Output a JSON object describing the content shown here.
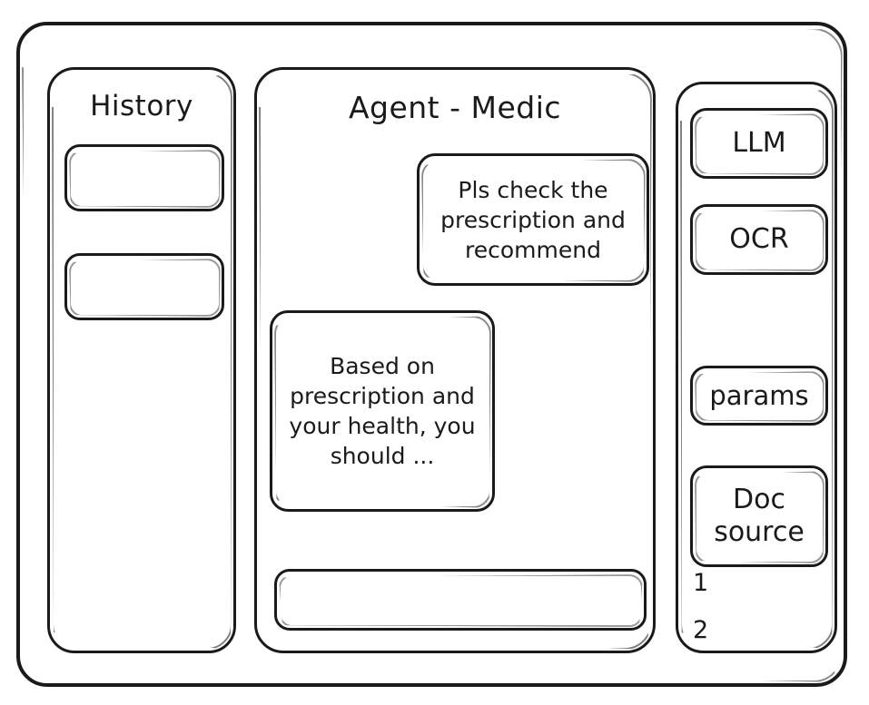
{
  "window": {
    "frame_label": "app-window"
  },
  "accent_colors": {
    "stroke": "#1a1a1a",
    "background": "#ffffff"
  },
  "sidebar": {
    "title": "History",
    "items": [
      {
        "label": ""
      },
      {
        "label": ""
      }
    ]
  },
  "main": {
    "title": "Agent - Medic",
    "messages": [
      {
        "role": "user",
        "text": "Pls check the prescription and recommend"
      },
      {
        "role": "assistant",
        "text": "Based on prescription and your health, you should ..."
      }
    ],
    "composer": {
      "value": "",
      "placeholder": ""
    }
  },
  "tools": {
    "buttons": [
      {
        "label": "LLM"
      },
      {
        "label": "OCR"
      },
      {
        "label": "params"
      },
      {
        "label": "Doc source"
      }
    ],
    "doc_sources": [
      {
        "label": "1"
      },
      {
        "label": "2"
      }
    ]
  }
}
